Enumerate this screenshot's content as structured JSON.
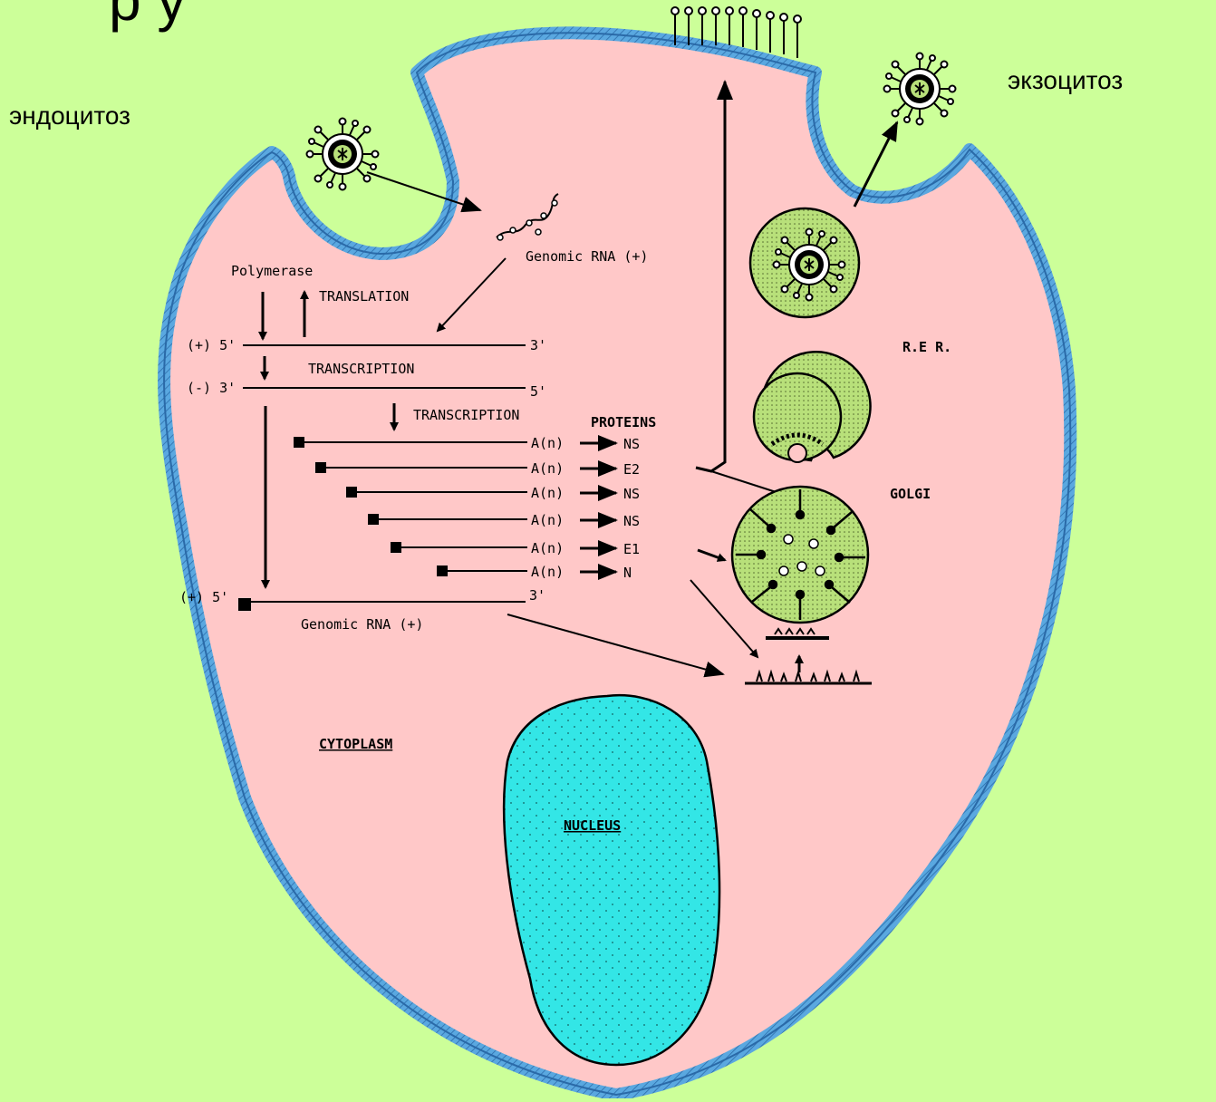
{
  "labels": {
    "endocytosis": "эндоцитоз",
    "exocytosis": "экзоцитоз",
    "polymerase": "Polymerase",
    "translation": "TRANSLATION",
    "transcription_1": "TRANSCRIPTION",
    "transcription_2": "TRANSCRIPTION",
    "genomic_rna_top": "Genomic RNA (+)",
    "genomic_rna_bottom": "Genomic RNA (+)",
    "plus5_top": "(+) 5'",
    "minus3": "(-) 3'",
    "plus5_bottom": "(+) 5'",
    "three_prime_top": "3'",
    "five_prime": "5'",
    "three_prime_bottom": "3'",
    "proteins": "PROTEINS",
    "rer": "R.E R.",
    "golgi": "GOLGI",
    "cytoplasm": "CYTOPLASM",
    "nucleus": "NUCLEUS"
  },
  "mrna_rows": [
    {
      "tail": "A(n)",
      "protein": "NS"
    },
    {
      "tail": "A(n)",
      "protein": "E2"
    },
    {
      "tail": "A(n)",
      "protein": "NS"
    },
    {
      "tail": "A(n)",
      "protein": "NS"
    },
    {
      "tail": "A(n)",
      "protein": "E1"
    },
    {
      "tail": "A(n)",
      "protein": "N"
    }
  ],
  "colors": {
    "background": "#ccff99",
    "cytoplasm": "#ffc8c8",
    "membrane": "#5aa8e0",
    "nucleus": "#33e6e6",
    "vesicle": "#b8e07a"
  },
  "icons": {
    "virion": "virus-particle-icon",
    "arrow": "arrow-icon"
  }
}
